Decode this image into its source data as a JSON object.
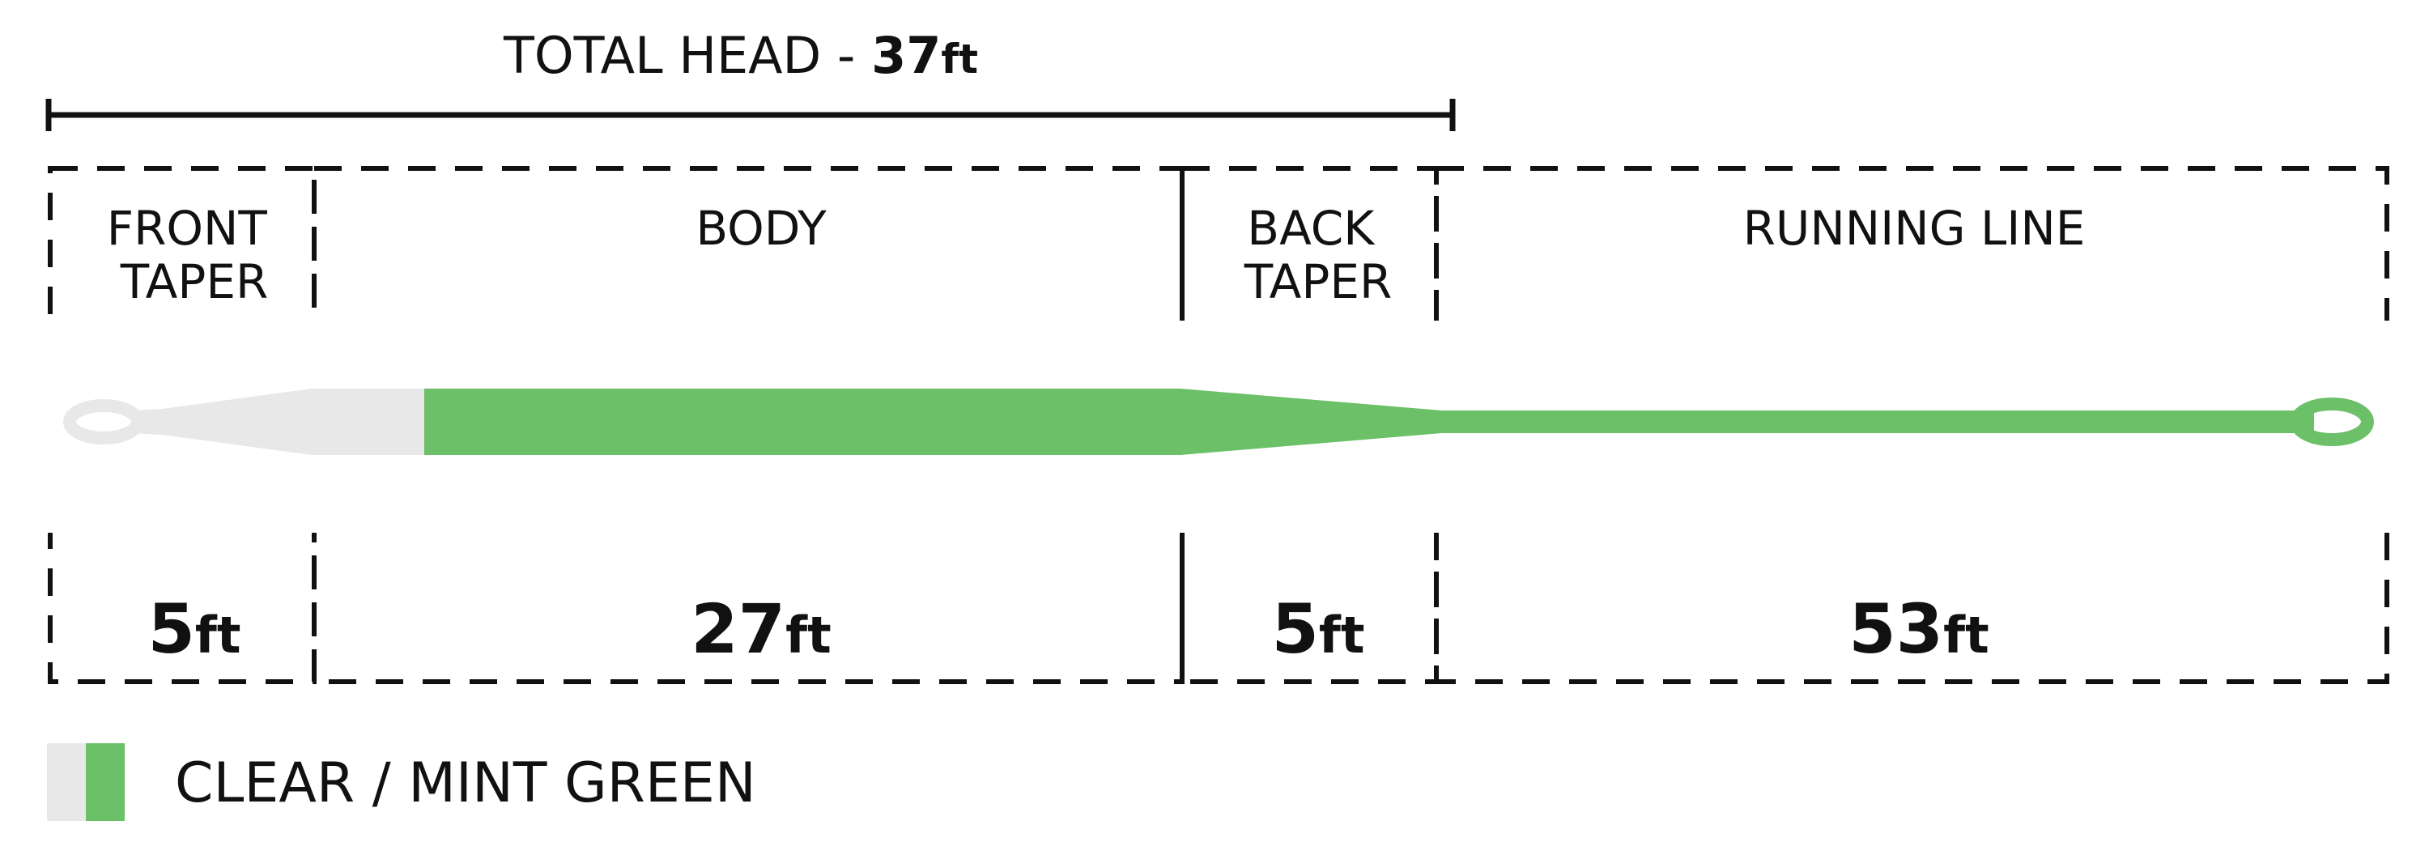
{
  "total_head": {
    "label": "TOTAL HEAD - ",
    "value": "37",
    "unit": "ft"
  },
  "sections": [
    {
      "name": "front-taper",
      "line1": "FRONT",
      "line2": "TAPER",
      "length": "5",
      "unit": "ft"
    },
    {
      "name": "body",
      "line1": "BODY",
      "line2": "",
      "length": "27",
      "unit": "ft"
    },
    {
      "name": "back-taper",
      "line1": "BACK",
      "line2": "TAPER",
      "length": "5",
      "unit": "ft"
    },
    {
      "name": "running-line",
      "line1": "RUNNING LINE",
      "line2": "",
      "length": "53",
      "unit": "ft"
    }
  ],
  "legend": {
    "label": "CLEAR / MINT GREEN",
    "colors": {
      "clear": "#e8e8e8",
      "mint_green": "#6cc068"
    }
  },
  "colors": {
    "line_clear": "#e8e8e8",
    "line_green": "#6cc068",
    "ink": "#111111"
  }
}
